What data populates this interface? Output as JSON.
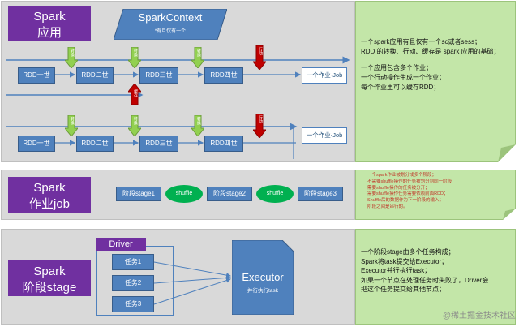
{
  "panel1": {
    "title": "Spark\n应用",
    "context_title": "SparkContext",
    "context_sub": "*有且仅有一个",
    "row1": {
      "rdds": [
        "RDD一世",
        "RDD二世",
        "RDD三世",
        "RDD四世"
      ],
      "arrows_top": [
        "转换",
        "转换",
        "转换"
      ],
      "arrow_action": "行动",
      "cache_label": "缓存",
      "job_label": "一个作业-Job"
    },
    "row2": {
      "rdds": [
        "RDD一世",
        "RDD二世",
        "RDD三世",
        "RDD四世"
      ],
      "arrows_top": [
        "转换",
        "转换",
        "转换"
      ],
      "arrow_action": "行动",
      "job_label": "一个作业-Job"
    },
    "note_lines": [
      "一个spark应用有且仅有一个sc或者sess；",
      "RDD 的转换、行动、缓存是 spark 应用的基础；",
      "",
      "一个应用包含多个作业；",
      "一个行动操作生成一个作业；",
      "每个作业里可以缓存RDD；"
    ]
  },
  "panel2": {
    "title": "Spark\n作业job",
    "stages": [
      "阶段stage1",
      "阶段stage2",
      "阶段stage3"
    ],
    "shuffles": [
      "shuffle",
      "shuffle"
    ],
    "note_lines": [
      "一个spark作业被划分成多个阶段；",
      "不需要shuffle操作的任务被划分到同一阶段；",
      "需要shuffle操作的任务被分开；",
      "需要shuffle操作任务需要依赖前面RDD；",
      "Shuffle后的数据作为下一阶段的输入；",
      "阶段之间是串行的。"
    ]
  },
  "panel3": {
    "title": "Spark\n阶段stage",
    "driver_label": "Driver",
    "tasks": [
      "任务1",
      "任务2",
      "任务3"
    ],
    "executor_title": "Executor",
    "executor_sub": "并行执行task",
    "note_lines": [
      "一个阶段stage由多个任务构成；",
      "Spark将task提交给Executor；",
      "Executor并行执行task；",
      "如果一个节点在处理任务时失败了，Driver会",
      "把这个任务提交给其他节点；"
    ],
    "watermark": "@稀土掘金技术社区"
  }
}
